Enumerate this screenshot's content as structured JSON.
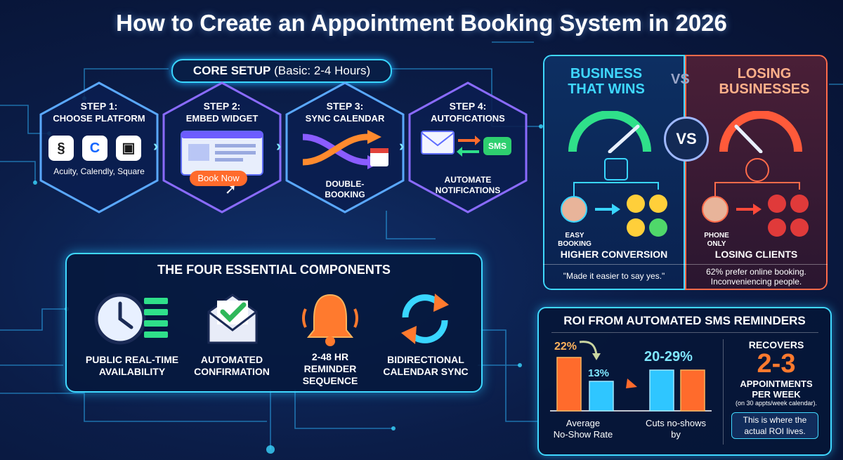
{
  "title": "How to Create an Appointment Booking System in 2026",
  "core_setup": {
    "label": "CORE SETUP",
    "sub": "(Basic: 2-4 Hours)"
  },
  "steps": [
    {
      "title": "STEP 1:",
      "subtitle": "CHOOSE PLATFORM",
      "caption": "Acuity, Calendly, Square"
    },
    {
      "title": "STEP 2:",
      "subtitle": "EMBED WIDGET",
      "caption": "",
      "button": "Book Now"
    },
    {
      "title": "STEP 3:",
      "subtitle": "SYNC CALENDAR",
      "caption": "DOUBLE-\nBOOKING"
    },
    {
      "title": "STEP 4:",
      "subtitle": "AUTOFICATIONS",
      "caption": "AUTOMATE\nNOTIFICATIONS",
      "badge": "SMS"
    }
  ],
  "components": {
    "title": "THE FOUR ESSENTIAL COMPONENTS",
    "items": [
      {
        "label": "PUBLIC REAL-TIME\nAVAILABILITY",
        "icon": "clock-icon"
      },
      {
        "label": "AUTOMATED\nCONFIRMATION",
        "icon": "envelope-check-icon"
      },
      {
        "label": "2-48 HR\nREMINDER\nSEQUENCE",
        "icon": "bell-icon"
      },
      {
        "label": "BIDIRECTIONAL\nCALENDAR SYNC",
        "icon": "sync-icon"
      }
    ]
  },
  "comparison": {
    "win": {
      "title": "BUSINESS\nTHAT WINS",
      "person": "EASY\nBOOKING",
      "result": "HIGHER CONVERSION",
      "quote": "\"Made it easier to say yes.\""
    },
    "vs_label": "VS",
    "vs_badge": "VS",
    "lose": {
      "title": "LOSING\nBUSINESSES",
      "person": "PHONE\nONLY",
      "result": "LOSING CLIENTS",
      "quote": "62% prefer online booking.\nInconveniencing people."
    }
  },
  "roi": {
    "title": "ROI FROM AUTOMATED SMS REMINDERS",
    "bar_label_1": "22%",
    "bar_label_2": "13%",
    "bar_label_3": "20-29%",
    "caption_1": "Average\nNo-Show Rate",
    "caption_2": "Cuts no-shows\nby",
    "recovers": "RECOVERS",
    "big": "2-3",
    "appts": "APPOINTMENTS\nPER WEEK",
    "note": "(on 30 appts/week calendar).",
    "box": "This is where the\nactual ROI lives."
  },
  "colors": {
    "cyan": "#39d6ff",
    "purple": "#7a4dff",
    "orange": "#ff7a2e",
    "green": "#2fe08a",
    "red": "#e03a3a"
  }
}
